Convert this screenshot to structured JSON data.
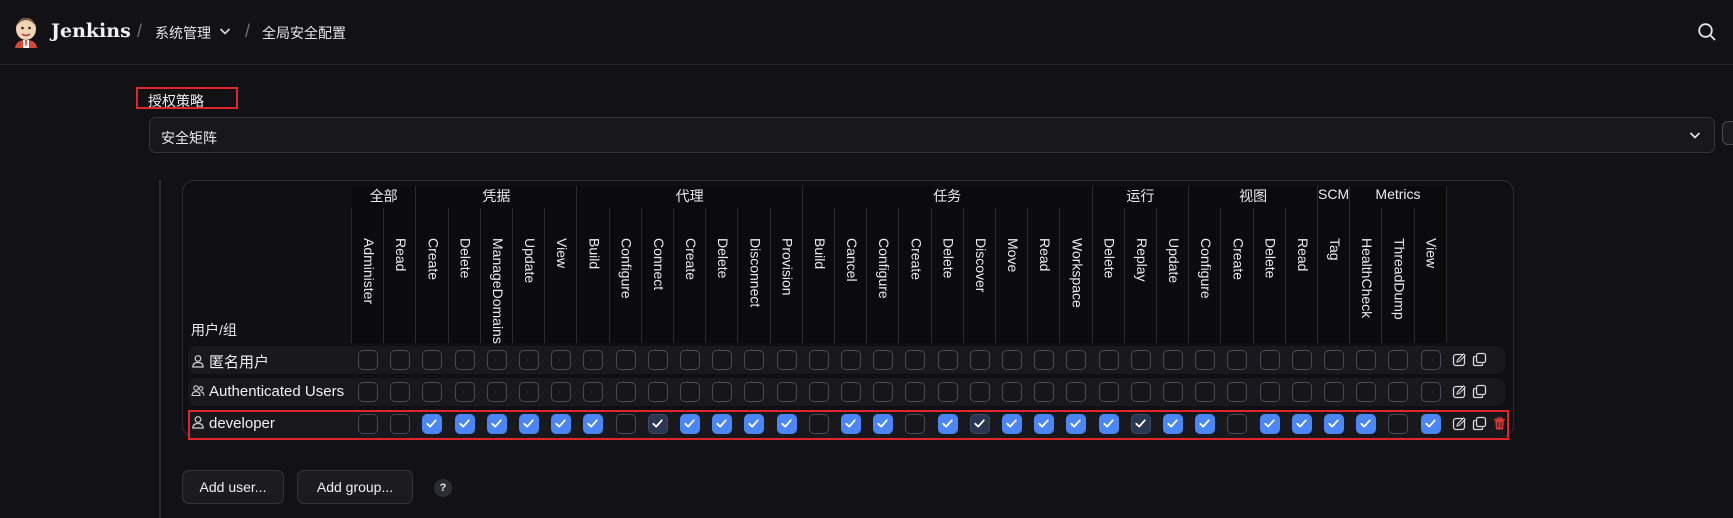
{
  "header": {
    "brand": "Jenkins",
    "breadcrumbs": [
      {
        "label": "系统管理",
        "has_dropdown": true
      },
      {
        "label": "全局安全配置",
        "has_dropdown": false
      }
    ],
    "separator": "/",
    "search_icon": "search-icon"
  },
  "authorization": {
    "label": "授权策略",
    "strategy": "安全矩阵"
  },
  "matrix": {
    "user_column_header": "用户/组",
    "groups": [
      {
        "name": "全部",
        "permissions": [
          "Administer",
          "Read"
        ]
      },
      {
        "name": "凭据",
        "permissions": [
          "Create",
          "Delete",
          "ManageDomains",
          "Update",
          "View"
        ]
      },
      {
        "name": "代理",
        "permissions": [
          "Build",
          "Configure",
          "Connect",
          "Create",
          "Delete",
          "Disconnect",
          "Provision"
        ]
      },
      {
        "name": "任务",
        "permissions": [
          "Build",
          "Cancel",
          "Configure",
          "Create",
          "Delete",
          "Discover",
          "Move",
          "Read",
          "Workspace"
        ]
      },
      {
        "name": "运行",
        "permissions": [
          "Delete",
          "Replay",
          "Update"
        ]
      },
      {
        "name": "视图",
        "permissions": [
          "Configure",
          "Create",
          "Delete",
          "Read"
        ]
      },
      {
        "name": "SCM",
        "permissions": [
          "Tag"
        ]
      },
      {
        "name": "Metrics",
        "permissions": [
          "HealthCheck",
          "ThreadDump",
          "View"
        ]
      }
    ],
    "rows": [
      {
        "name": "匿名用户",
        "icon": "user-icon",
        "states": [
          "off",
          "off",
          "off",
          "off",
          "off",
          "off",
          "off",
          "off",
          "off",
          "off",
          "off",
          "off",
          "off",
          "off",
          "off",
          "off",
          "off",
          "off",
          "off",
          "off",
          "off",
          "off",
          "off",
          "off",
          "off",
          "off",
          "off",
          "off",
          "off",
          "off",
          "off",
          "off",
          "off",
          "off"
        ],
        "actions": [
          "edit-icon",
          "copy-icon"
        ]
      },
      {
        "name": "Authenticated Users",
        "icon": "group-icon",
        "states": [
          "off",
          "off",
          "off",
          "off",
          "off",
          "off",
          "off",
          "off",
          "off",
          "off",
          "off",
          "off",
          "off",
          "off",
          "off",
          "off",
          "off",
          "off",
          "off",
          "off",
          "off",
          "off",
          "off",
          "off",
          "off",
          "off",
          "off",
          "off",
          "off",
          "off",
          "off",
          "off",
          "off",
          "off"
        ],
        "actions": [
          "edit-icon",
          "copy-icon"
        ]
      },
      {
        "name": "developer",
        "icon": "user-icon",
        "states": [
          "off",
          "off",
          "on",
          "on",
          "on",
          "on",
          "on",
          "on",
          "off",
          "inherited",
          "on",
          "on",
          "on",
          "on",
          "off",
          "on",
          "on",
          "off",
          "on",
          "inherited",
          "on",
          "on",
          "on",
          "on",
          "inherited",
          "on",
          "on",
          "off",
          "on",
          "on",
          "on",
          "on",
          "off",
          "on"
        ],
        "actions": [
          "edit-icon",
          "copy-icon",
          "delete-icon"
        ]
      }
    ]
  },
  "buttons": {
    "add_user": "Add user...",
    "add_group": "Add group...",
    "help": "?"
  },
  "colors": {
    "checked": "#4a86f5",
    "inherited": "#2b3650",
    "highlight": "#e0262a",
    "delete": "#e03333",
    "background": "#121216"
  }
}
